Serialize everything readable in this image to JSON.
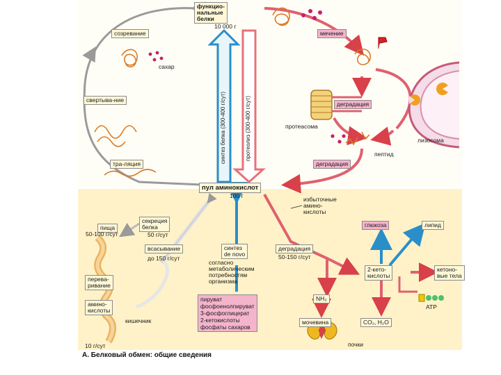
{
  "colors": {
    "upper_bg": "#fffef6",
    "lower_bg": "#fff2c8",
    "arrow_blue": "#2a8ec8",
    "arrow_red": "#d8404a",
    "pink_box": "#f4b4cc",
    "yellow_box": "#fff8d8",
    "protein_orange": "#d97a28"
  },
  "labels": {
    "functional_proteins": "функцио-\nнальные\nбелки",
    "functional_amount": "10 000 г",
    "maturation": "созревание",
    "sugar": "сахар",
    "folding": "свертыва-ние",
    "translation": "тра-ляция",
    "labeling": "мечение",
    "degradation_proteasome": "деградация",
    "proteasome": "протеасома",
    "peptide": "пептид",
    "lysosome": "лизосома",
    "degradation_lower": "деградация",
    "synthesis_arrow": "синтез белка (300-400 г/сут)",
    "proteolysis_arrow": "протеолиз (300-400 г/сут)",
    "amino_pool": "пул аминокислот",
    "pool_amount": "100 г",
    "excess_amino": "избыточные\nамино-\nкислоты",
    "food": "пища",
    "food_amount": "50-100 г/сут",
    "secretion": "секреция\nбелка",
    "secretion_amount": "50 г/сут",
    "absorption": "всасывание",
    "absorption_amount": "до 150 г/сут",
    "digestion": "перева-\nривание",
    "amino_acids": "амино-\nкислоты",
    "intestine": "кишечник",
    "excretion_amount": "10 г/сут",
    "de_novo": "синтез\nde novo",
    "de_novo_note": "согласно\nметаболическим\nпотребностям\nорганизма",
    "degradation_mid": "деградация",
    "degradation_amount": "50-150 г/сут",
    "glucose": "глюкоза",
    "lipid": "липид",
    "keto_acids": "2-кето-\nкислоты",
    "ketone_bodies": "кетоно-\nвые тела",
    "nh3": "NH₃",
    "urea": "мочевина",
    "co2_h2o": "CO₂, H₂O",
    "atp": "ATP",
    "kidneys": "почки",
    "precursors": "пируват\nфосфоенолпируват\n3-фосфоглицерат\n2-кетокислоты\nфосфаты сахаров"
  },
  "caption": "А. Белковый обмен: общие сведения"
}
